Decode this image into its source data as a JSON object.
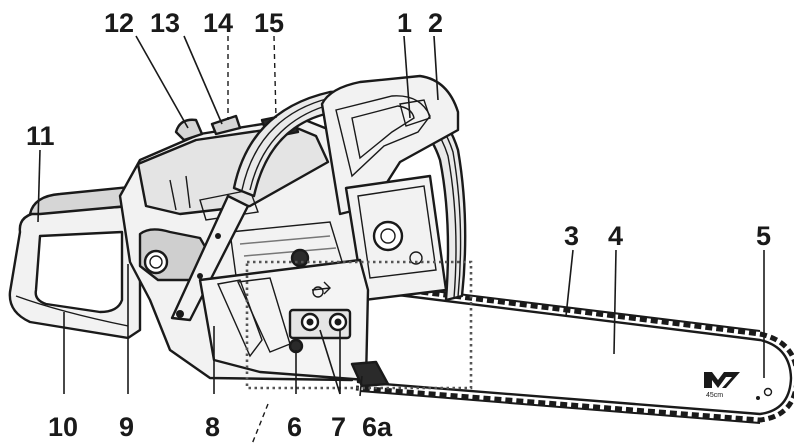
{
  "callouts": {
    "c1": "1",
    "c2": "2",
    "c3": "3",
    "c4": "4",
    "c5": "5",
    "c6": "6",
    "c6a": "6a",
    "c7": "7",
    "c8": "8",
    "c9": "9",
    "c10": "10",
    "c11": "11",
    "c12": "12",
    "c13": "13",
    "c14": "14",
    "c15": "15"
  },
  "bar_marking": "45cm",
  "colors": {
    "outline": "#1a1a1a",
    "body_fill": "#f2f2f2",
    "shade": "#d6d6d6",
    "dark": "#2a2a2a"
  }
}
